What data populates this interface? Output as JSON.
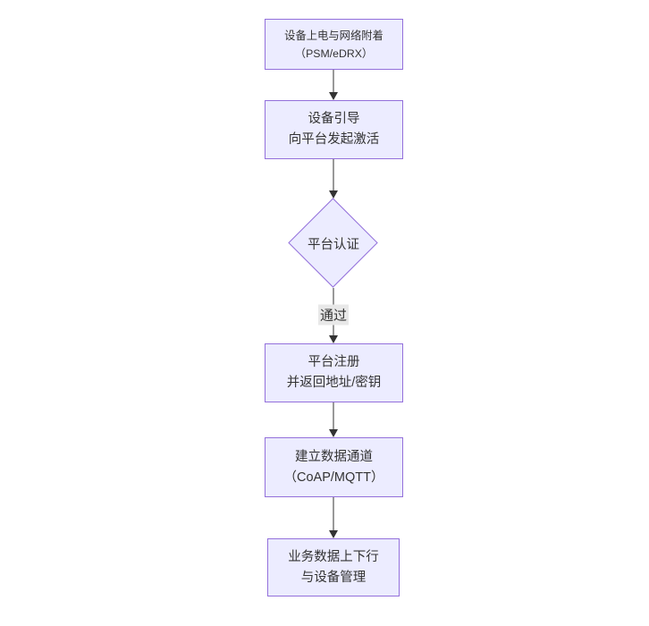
{
  "diagram": {
    "type": "flowchart",
    "direction": "top-to-bottom",
    "background": "#ffffff",
    "colors": {
      "background": "#ffffff",
      "node_fill": "#ECECFF",
      "node_border": "#9370DB",
      "node_text": "#333333",
      "arrow": "#333333",
      "edge_label_bg": "#e8e8e8",
      "edge_label_text": "#333333"
    },
    "nodes": [
      {
        "id": "power-attach",
        "shape": "rectangle",
        "lines": [
          "设备上电与网络附着",
          "（PSM/eDRX）"
        ]
      },
      {
        "id": "bootstrap",
        "shape": "rectangle",
        "lines": [
          "设备引导",
          "向平台发起激活"
        ]
      },
      {
        "id": "platform-auth",
        "shape": "diamond",
        "lines": [
          "平台认证"
        ]
      },
      {
        "id": "platform-register",
        "shape": "rectangle",
        "lines": [
          "平台注册",
          "并返回地址/密钥"
        ]
      },
      {
        "id": "data-channel",
        "shape": "rectangle",
        "lines": [
          "建立数据通道",
          "（CoAP/MQTT）"
        ]
      },
      {
        "id": "business-data",
        "shape": "rectangle",
        "lines": [
          "业务数据上下行",
          "与设备管理"
        ]
      }
    ],
    "edges": [
      {
        "from": "power-attach",
        "to": "bootstrap",
        "label": ""
      },
      {
        "from": "bootstrap",
        "to": "platform-auth",
        "label": ""
      },
      {
        "from": "platform-auth",
        "to": "platform-register",
        "label": "通过"
      },
      {
        "from": "platform-register",
        "to": "data-channel",
        "label": ""
      },
      {
        "from": "data-channel",
        "to": "business-data",
        "label": ""
      }
    ]
  }
}
